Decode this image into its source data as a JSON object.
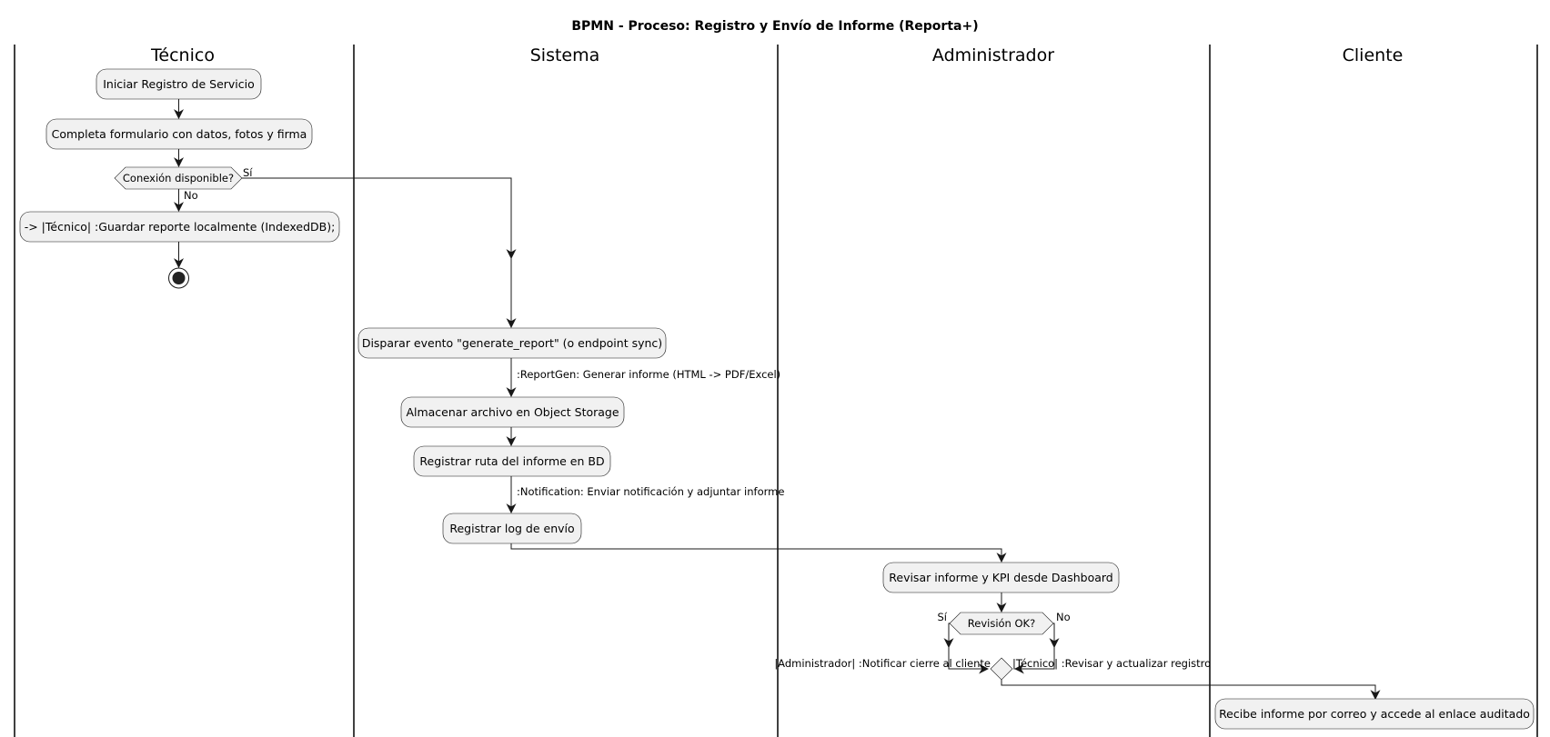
{
  "diagram": {
    "title": "BPMN - Proceso: Registro y Envío de Informe (Reporta+)",
    "lanes": {
      "tecnico": "Técnico",
      "sistema": "Sistema",
      "administrador": "Administrador",
      "cliente": "Cliente"
    },
    "nodes": {
      "iniciar": "Iniciar Registro de Servicio",
      "completa": "Completa formulario con datos, fotos y firma",
      "conexion": "Conexión disponible?",
      "guardar": "-> |Técnico| :Guardar reporte localmente (IndexedDB);",
      "disparar": "Disparar evento \"generate_report\" (o endpoint sync)",
      "almacenar": "Almacenar archivo en Object Storage",
      "registrar_ruta": "Registrar ruta del informe en BD",
      "registrar_log": "Registrar log de envío",
      "revisar": "Revisar informe y KPI desde Dashboard",
      "revision_ok": "Revisión OK?",
      "recibe": "Recibe informe por correo y accede al enlace auditado"
    },
    "labels": {
      "si_conexion": "Sí",
      "no_conexion": "No",
      "reportgen": ":ReportGen: Generar informe (HTML -> PDF/Excel)",
      "notification": ":Notification: Enviar notificación y adjuntar informe",
      "si_revision": "Sí",
      "no_revision": "No",
      "notificar": "|Administrador| :Notificar cierre al cliente",
      "revisar_actualizar": "|Técnico| :Revisar y actualizar registro"
    }
  }
}
